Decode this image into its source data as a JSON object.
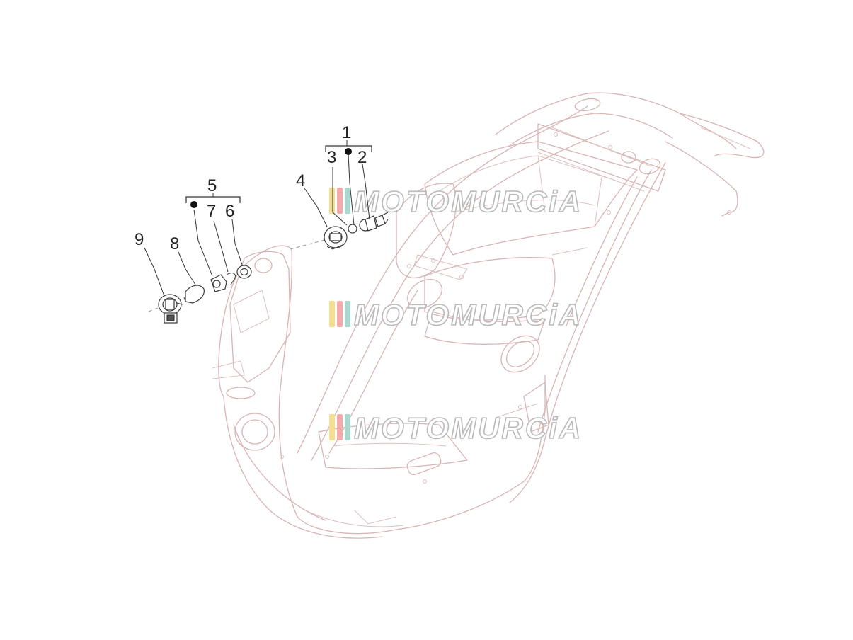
{
  "callouts": {
    "c1": "1",
    "c2": "2",
    "c3": "3",
    "c4": "4",
    "c5": "5",
    "c6": "6",
    "c7": "7",
    "c8": "8",
    "c9": "9"
  },
  "watermark": {
    "text": "MOTOMURCiA",
    "stripe_colors": [
      "#f3df8e",
      "#f5a9a9",
      "#a9d9ce"
    ]
  }
}
